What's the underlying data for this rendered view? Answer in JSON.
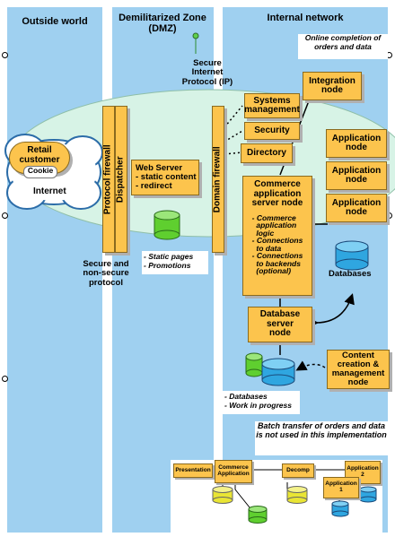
{
  "zones": {
    "outside": "Outside world",
    "dmz": "Demilitarized Zone\n(DMZ)",
    "internal": "Internal network"
  },
  "labels": {
    "secure_ip": "Secure\nInternet\nProtocol (IP)",
    "secure_protocol": "Secure and\nnon-secure\nprotocol",
    "online": "Online completion\nof orders and data",
    "databases_right": "Databases",
    "internet": "Internet",
    "retail": "Retail\ncustomer",
    "cookie": "Cookie"
  },
  "firewalls": {
    "protocol": "Protocol firewall",
    "dispatcher": "Dispatcher",
    "domain": "Domain firewall"
  },
  "nodes": {
    "web_server": "Web Server\n- static content\n- redirect",
    "systems_mgmt": "Systems\nmanagement",
    "security": "Security",
    "directory": "Directory",
    "integration": "Integration\nnode",
    "app1": "Application\nnode",
    "app2": "Application\nnode",
    "app3": "Application\nnode",
    "commerce_title": "Commerce\napplication\nserver node",
    "commerce_list": "- Commerce\n  application\n  logic\n- Connections\n  to data\n- Connections\n  to backends\n  (optional)",
    "db_server": "Database\nserver\nnode",
    "content": "Content\ncreation &\nmanagement\nnode"
  },
  "notes": {
    "static": "- Static pages\n- Promotions",
    "databases": "- Databases\n- Work in progress",
    "batch": "Batch transfer of orders\nand data is not used in\nthis implementation"
  },
  "mini": {
    "presentation": "Presentation",
    "commerce_app": "Commerce\nApplication",
    "decomp": "Decomp",
    "app2": "Application\n2",
    "app1": "Application\n1"
  },
  "colors": {
    "zone_blue": "#9fd0f0",
    "oval_green": "#d7f3e6",
    "node_orange": "#fcc44d",
    "db_green": "#5fcf2f",
    "db_blue": "#2fa6e0",
    "db_yellow": "#e9e534"
  }
}
